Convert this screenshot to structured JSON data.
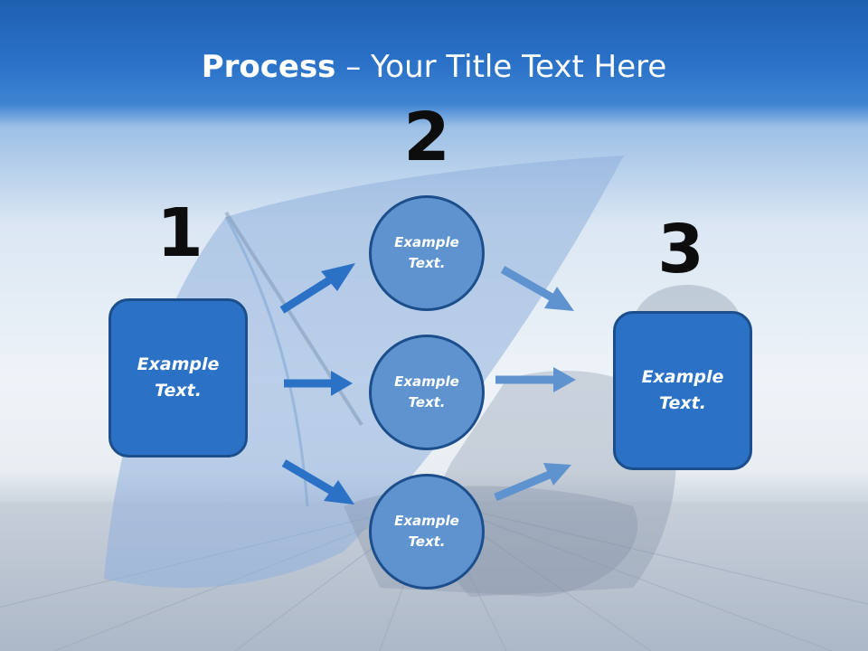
{
  "title": {
    "bold": "Process",
    "rest": " – Your Title Text Here"
  },
  "steps": {
    "one": "1",
    "two": "2",
    "three": "3"
  },
  "left_box": {
    "text": "Example\nText."
  },
  "circles": [
    {
      "text": "Example\nText."
    },
    {
      "text": "Example\nText."
    },
    {
      "text": "Example\nText."
    }
  ],
  "right_box": {
    "text": "Example\nText."
  },
  "colors": {
    "box_fill": "#2b72c6",
    "circle_fill": "#5f93cf",
    "outline": "#1d4e8c",
    "arrow_strong": "#2b72c6",
    "arrow_light": "#5f93cf"
  }
}
